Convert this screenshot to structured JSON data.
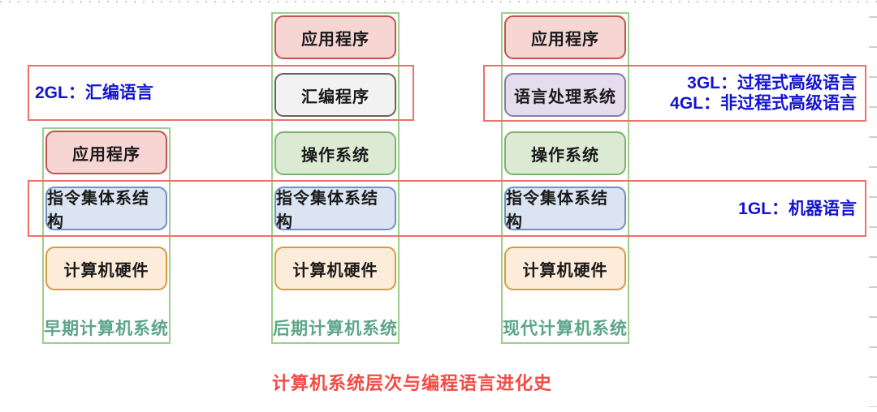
{
  "diagram": {
    "title": "计算机系统层次与编程语言进化史"
  },
  "columns": [
    {
      "label": "早期计算机系统",
      "boxes": [
        {
          "text": "应用程序"
        },
        {
          "text": "指令集体系结构"
        },
        {
          "text": "计算机硬件"
        }
      ]
    },
    {
      "label": "后期计算机系统",
      "boxes": [
        {
          "text": "应用程序"
        },
        {
          "text": "汇编程序"
        },
        {
          "text": "操作系统"
        },
        {
          "text": "指令集体系结构"
        },
        {
          "text": "计算机硬件"
        }
      ]
    },
    {
      "label": "现代计算机系统",
      "boxes": [
        {
          "text": "应用程序"
        },
        {
          "text": "语言处理系统"
        },
        {
          "text": "操作系统"
        },
        {
          "text": "指令集体系结构"
        },
        {
          "text": "计算机硬件"
        }
      ]
    }
  ],
  "annotations": {
    "gl2": "2GL：汇编语言",
    "gl3": "3GL：过程式高级语言",
    "gl4": "4GL：非过程式高级语言",
    "gl1": "1GL：机器语言"
  },
  "colors": {
    "frame-red": "#ee7168",
    "column-green": "#9ccf8b",
    "label-teal": "#5ca58a",
    "annotation-blue": "#1414cf",
    "title-red": "#f24b44",
    "pink-fill": "#f7d5d3",
    "pink-border": "#c5524e",
    "gray-fill": "#f2f2f2",
    "gray-border": "#636363",
    "green-fill": "#dcead4",
    "green-border": "#7cb36a",
    "blue-fill": "#dbe5f2",
    "blue-border": "#7090c7",
    "orange-fill": "#fcecd9",
    "orange-border": "#d89c3e",
    "purple-fill": "#e5dcee",
    "purple-border": "#8d77af"
  }
}
